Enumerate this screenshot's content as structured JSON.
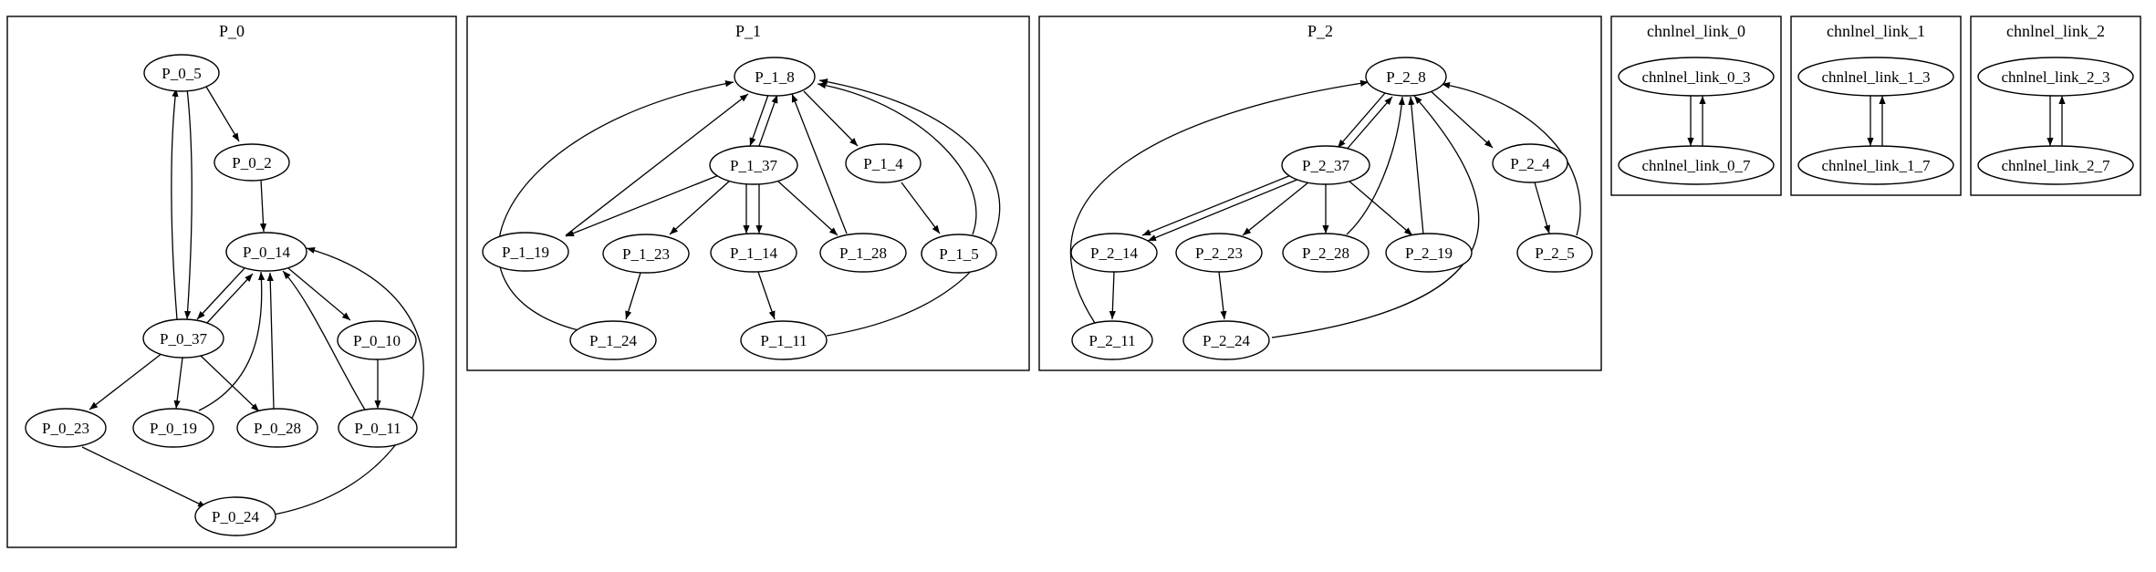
{
  "clusters": [
    {
      "id": "P_0",
      "label": "P_0",
      "nodes": [
        "P_0_5",
        "P_0_2",
        "P_0_14",
        "P_0_37",
        "P_0_10",
        "P_0_23",
        "P_0_19",
        "P_0_28",
        "P_0_11",
        "P_0_24"
      ],
      "edges": [
        [
          "P_0_5",
          "P_0_2"
        ],
        [
          "P_0_2",
          "P_0_14"
        ],
        [
          "P_0_14",
          "P_0_37"
        ],
        [
          "P_0_37",
          "P_0_14"
        ],
        [
          "P_0_37",
          "P_0_5"
        ],
        [
          "P_0_5",
          "P_0_37"
        ],
        [
          "P_0_14",
          "P_0_10"
        ],
        [
          "P_0_10",
          "P_0_11"
        ],
        [
          "P_0_37",
          "P_0_23"
        ],
        [
          "P_0_37",
          "P_0_19"
        ],
        [
          "P_0_37",
          "P_0_28"
        ],
        [
          "P_0_19",
          "P_0_14"
        ],
        [
          "P_0_28",
          "P_0_14"
        ],
        [
          "P_0_11",
          "P_0_14"
        ],
        [
          "P_0_23",
          "P_0_24"
        ],
        [
          "P_0_24",
          "P_0_14"
        ]
      ]
    },
    {
      "id": "P_1",
      "label": "P_1",
      "nodes": [
        "P_1_8",
        "P_1_37",
        "P_1_4",
        "P_1_19",
        "P_1_23",
        "P_1_14",
        "P_1_28",
        "P_1_5",
        "P_1_24",
        "P_1_11"
      ],
      "edges": [
        [
          "P_1_8",
          "P_1_37"
        ],
        [
          "P_1_37",
          "P_1_8"
        ],
        [
          "P_1_8",
          "P_1_4"
        ],
        [
          "P_1_4",
          "P_1_5"
        ],
        [
          "P_1_5",
          "P_1_8"
        ],
        [
          "P_1_11",
          "P_1_8"
        ],
        [
          "P_1_24",
          "P_1_8"
        ],
        [
          "P_1_19",
          "P_1_8"
        ],
        [
          "P_1_28",
          "P_1_8"
        ],
        [
          "P_1_37",
          "P_1_19"
        ],
        [
          "P_1_37",
          "P_1_23"
        ],
        [
          "P_1_37",
          "P_1_14"
        ],
        [
          "P_1_37",
          "P_1_28"
        ],
        [
          "P_1_23",
          "P_1_24"
        ],
        [
          "P_1_14",
          "P_1_11"
        ]
      ]
    },
    {
      "id": "P_2",
      "label": "P_2",
      "nodes": [
        "P_2_8",
        "P_2_37",
        "P_2_4",
        "P_2_14",
        "P_2_23",
        "P_2_28",
        "P_2_19",
        "P_2_5",
        "P_2_11",
        "P_2_24"
      ],
      "edges": [
        [
          "P_2_8",
          "P_2_37"
        ],
        [
          "P_2_37",
          "P_2_8"
        ],
        [
          "P_2_8",
          "P_2_4"
        ],
        [
          "P_2_4",
          "P_2_5"
        ],
        [
          "P_2_5",
          "P_2_8"
        ],
        [
          "P_2_11",
          "P_2_8"
        ],
        [
          "P_2_24",
          "P_2_8"
        ],
        [
          "P_2_28",
          "P_2_8"
        ],
        [
          "P_2_19",
          "P_2_8"
        ],
        [
          "P_2_37",
          "P_2_14"
        ],
        [
          "P_2_37",
          "P_2_23"
        ],
        [
          "P_2_37",
          "P_2_28"
        ],
        [
          "P_2_37",
          "P_2_19"
        ],
        [
          "P_2_14",
          "P_2_11"
        ],
        [
          "P_2_23",
          "P_2_24"
        ]
      ]
    },
    {
      "id": "chnlnel_link_0",
      "label": "chnlnel_link_0",
      "nodes": [
        "chnlnel_link_0_3",
        "chnlnel_link_0_7"
      ],
      "edges": [
        [
          "chnlnel_link_0_3",
          "chnlnel_link_0_7"
        ],
        [
          "chnlnel_link_0_7",
          "chnlnel_link_0_3"
        ]
      ]
    },
    {
      "id": "chnlnel_link_1",
      "label": "chnlnel_link_1",
      "nodes": [
        "chnlnel_link_1_3",
        "chnlnel_link_1_7"
      ],
      "edges": [
        [
          "chnlnel_link_1_3",
          "chnlnel_link_1_7"
        ],
        [
          "chnlnel_link_1_7",
          "chnlnel_link_1_3"
        ]
      ]
    },
    {
      "id": "chnlnel_link_2",
      "label": "chnlnel_link_2",
      "nodes": [
        "chnlnel_link_2_3",
        "chnlnel_link_2_7"
      ],
      "edges": [
        [
          "chnlnel_link_2_3",
          "chnlnel_link_2_7"
        ],
        [
          "chnlnel_link_2_7",
          "chnlnel_link_2_3"
        ]
      ]
    }
  ]
}
